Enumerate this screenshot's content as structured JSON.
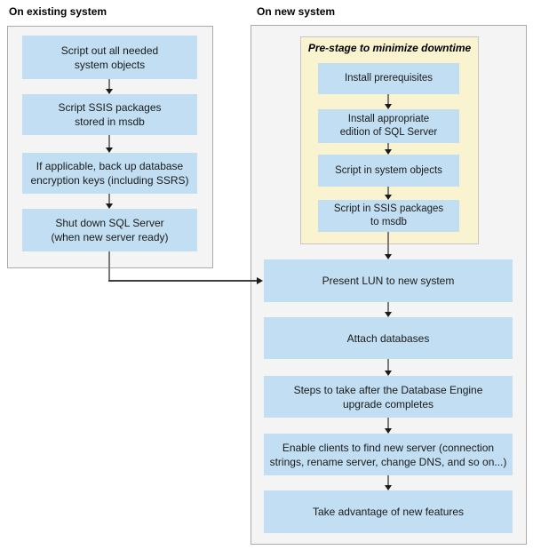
{
  "flow": {
    "existing": {
      "title": "On existing system",
      "steps": [
        {
          "label": "Script out all needed\nsystem objects"
        },
        {
          "label": "Script SSIS packages\nstored in msdb"
        },
        {
          "label": "If applicable, back up database\nencryption keys (including SSRS)"
        },
        {
          "label": "Shut down SQL Server\n(when new server ready)"
        }
      ]
    },
    "new_system": {
      "title": "On new system",
      "prestage": {
        "title": "Pre-stage to minimize downtime",
        "steps": [
          {
            "label": "Install prerequisites"
          },
          {
            "label": "Install appropriate\nedition of SQL Server"
          },
          {
            "label": "Script in system objects"
          },
          {
            "label": "Script in SSIS packages\nto msdb"
          }
        ]
      },
      "steps": [
        {
          "label": "Present LUN to new system"
        },
        {
          "label": "Attach databases"
        },
        {
          "label": "Steps to take after the Database Engine\nupgrade completes"
        },
        {
          "label": "Enable clients to find new server (connection\nstrings, rename server, change DNS, and so on...)"
        },
        {
          "label": "Take advantage of new features"
        }
      ]
    },
    "colors": {
      "step_fill": "#c2def2",
      "prestage_fill": "#faf3d0",
      "panel_fill": "#f4f4f4",
      "panel_border": "#ababab",
      "arrow": "#1a1a1a"
    }
  }
}
